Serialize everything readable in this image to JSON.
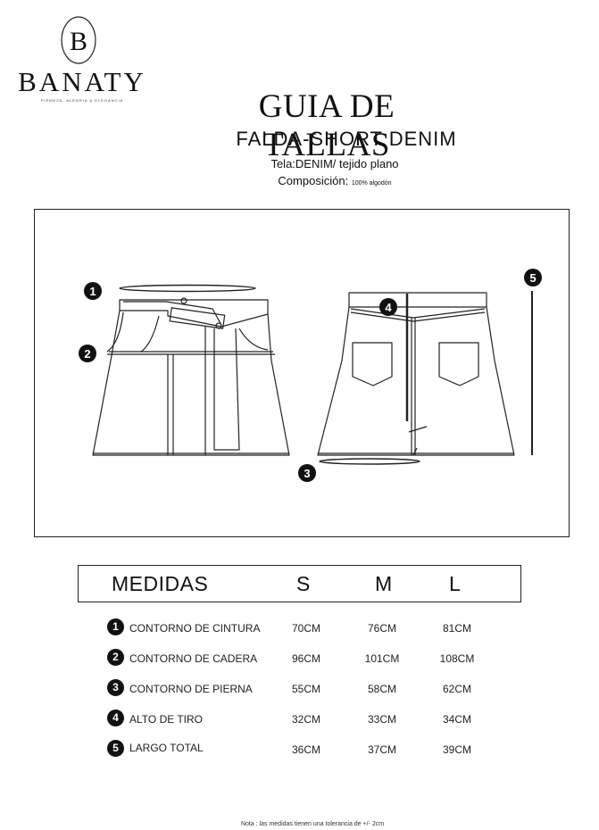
{
  "brand": {
    "monogram": "B",
    "name": "BANATY",
    "tagline": "FIRMEZA, ALEGRIA & ELEGANCIA"
  },
  "title": "GUIA DE TALLAS",
  "subtitle": "FALDA-SHORT DENIM",
  "fabric": "Tela:DENIM/ tejido plano",
  "composition": {
    "label": "Composición:",
    "value": "100% algodón"
  },
  "diagram": {
    "markers": [
      "1",
      "2",
      "3",
      "4",
      "5"
    ]
  },
  "table": {
    "header": {
      "measure": "MEDIDAS",
      "sizes": [
        "S",
        "M",
        "L"
      ]
    },
    "rows": [
      {
        "num": "1",
        "label": "CONTORNO DE CINTURA",
        "values": [
          "70CM",
          "76CM",
          "81CM"
        ]
      },
      {
        "num": "2",
        "label": "CONTORNO DE CADERA",
        "values": [
          "96CM",
          "101CM",
          "108CM"
        ]
      },
      {
        "num": "3",
        "label": "CONTORNO DE PIERNA",
        "values": [
          "55CM",
          "58CM",
          "62CM"
        ]
      },
      {
        "num": "4",
        "label": "ALTO DE TIRO",
        "values": [
          "32CM",
          "33CM",
          "34CM"
        ]
      },
      {
        "num": "5",
        "label": "LARGO TOTAL",
        "values": [
          "36CM",
          "37CM",
          "39CM"
        ]
      }
    ]
  },
  "footnote": "Nota : las medidas tienen una tolerancia de +/- 2cm"
}
